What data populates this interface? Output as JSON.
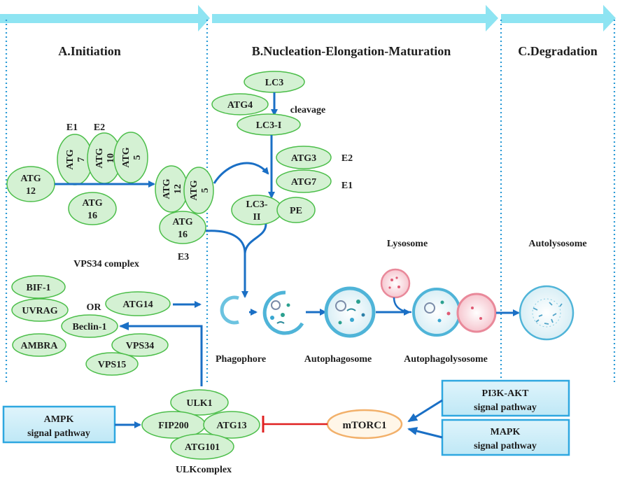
{
  "phases": {
    "a": "A.Initiation",
    "b": "B.Nucleation-Elongation-Maturation",
    "c": "C.Degradation"
  },
  "conjugation": {
    "e1": "E1",
    "e2": "E2",
    "e3": "E3",
    "atg7": [
      "ATG",
      "7"
    ],
    "atg10": [
      "ATG",
      "10"
    ],
    "atg5_top": [
      "ATG",
      "5"
    ],
    "atg12_left": [
      "ATG",
      "12"
    ],
    "atg16_left": [
      "ATG",
      "16"
    ],
    "atg12_complex": [
      "ATG",
      "12"
    ],
    "atg5_complex": [
      "ATG",
      "5"
    ],
    "atg16_complex": [
      "ATG",
      "16"
    ]
  },
  "lc3": {
    "lc3": "LC3",
    "atg4": "ATG4",
    "cleavage": "cleavage",
    "lc3_i": "LC3-I",
    "atg3": "ATG3",
    "atg3_role": "E2",
    "atg7": "ATG7",
    "atg7_role": "E1",
    "lc3_ii": [
      "LC3-",
      "II"
    ],
    "pe": "PE"
  },
  "vps34": {
    "title": "VPS34 complex",
    "bif1": "BIF-1",
    "uvrag": "UVRAG",
    "or": "OR",
    "atg14": "ATG14",
    "beclin1": "Beclin-1",
    "ambra": "AMBRA",
    "vps34": "VPS34",
    "vps15": "VPS15"
  },
  "stages": {
    "lysosome": "Lysosome",
    "autolysosome": "Autolysosome",
    "phagophore": "Phagophore",
    "autophagosome": "Autophagosome",
    "autophagolysosome": "Autophagolysosome"
  },
  "ulk": {
    "ulk1": "ULK1",
    "fip200": "FIP200",
    "atg13": "ATG13",
    "atg101": "ATG101",
    "title": "ULKcomplex"
  },
  "signals": {
    "ampk": [
      "AMPK",
      "signal pathway"
    ],
    "mtorc1": "mTORC1",
    "pi3k": [
      "PI3K-AKT",
      "signal pathway"
    ],
    "mapk": [
      "MAPK",
      "signal pathway"
    ]
  },
  "colors": {
    "arrow_blue": "#1a6fc5",
    "inhibit_red": "#e02020",
    "node_green_fill": "#d4f1d3",
    "node_green_stroke": "#4cbe4a",
    "banner_cyan": "#8ee4f2"
  }
}
